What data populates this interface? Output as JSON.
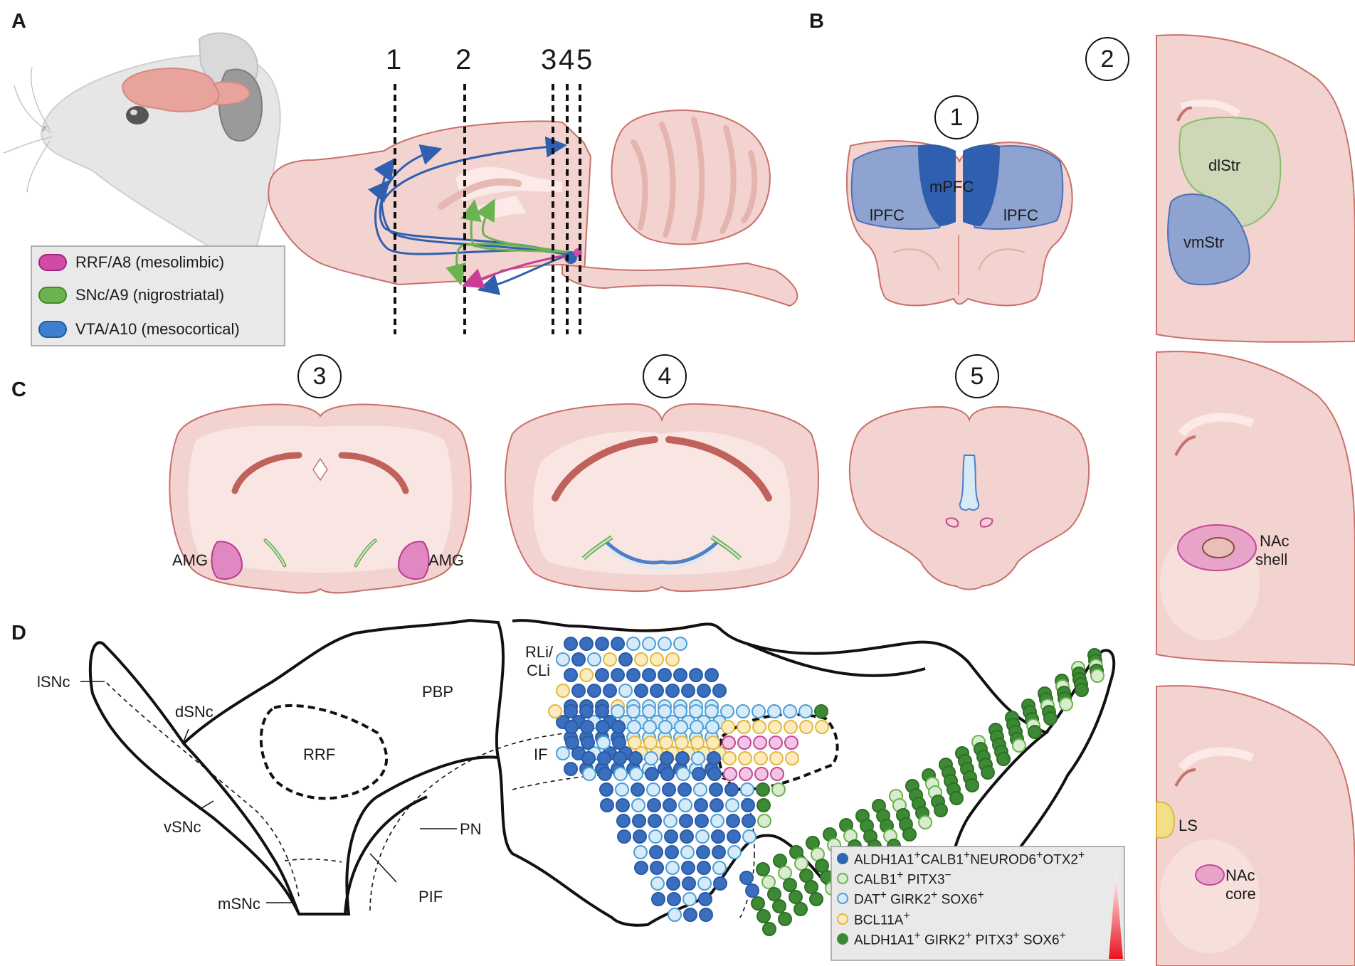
{
  "panels": {
    "a": "A",
    "b": "B",
    "c": "C",
    "d": "D"
  },
  "cut_numbers": [
    "1",
    "2",
    "3",
    "4",
    "5"
  ],
  "section_numbers": [
    "1",
    "2",
    "3",
    "4",
    "5"
  ],
  "legend_a": {
    "items": [
      {
        "label": "RRF/A8 (mesolimbic)",
        "fill": "#d04aa6",
        "stroke": "#a0267e"
      },
      {
        "label": "SNc/A9 (nigrostriatal)",
        "fill": "#6ab34e",
        "stroke": "#3f8a2b"
      },
      {
        "label": "VTA/A10 (mesocortical)",
        "fill": "#3f7fcf",
        "stroke": "#235a9f"
      }
    ]
  },
  "panel_b": {
    "mpfc": "mPFC",
    "lpfc_left": "lPFC",
    "lpfc_right": "lPFC",
    "dlstr": "dlStr",
    "vmstr": "vmStr"
  },
  "panel_c": {
    "amg_left": "AMG",
    "amg_right": "AMG",
    "nac_shell_1": "NAc",
    "nac_shell_2": "shell",
    "ls": "LS",
    "nac_core_1": "NAc",
    "nac_core_2": "core"
  },
  "panel_d": {
    "lsnc": "lSNc",
    "dsnc": "dSNc",
    "vsnc": "vSNc",
    "msnc": "mSNc",
    "rrf": "RRF",
    "pbp": "PBP",
    "rli1": "RLi/",
    "rli2": "CLi",
    "if": "IF",
    "pn": "PN",
    "pif": "PIF"
  },
  "legend_d": [
    {
      "pre": "ALDH1A1",
      "rest": [
        [
          "+",
          "CALB1"
        ],
        [
          "+",
          "NEUROD6"
        ],
        [
          "+",
          "OTX2"
        ]
      ],
      "last": "+",
      "fill": "#2f66b3",
      "stroke": "#2f66b3"
    },
    {
      "pre": "CALB1",
      "rest": [
        [
          "+",
          " PITX3"
        ]
      ],
      "last": "−",
      "fill": "#d9ecd0",
      "stroke": "#6ab34e"
    },
    {
      "pre": "DAT",
      "rest": [
        [
          "+",
          " GIRK2"
        ],
        [
          "+",
          " SOX6"
        ]
      ],
      "last": "+",
      "fill": "#d6eaf8",
      "stroke": "#4a9fd8"
    },
    {
      "pre": "BCL11A",
      "rest": [],
      "last": "+",
      "fill": "#fbecc0",
      "stroke": "#e4b83c"
    },
    {
      "pre": "ALDH1A1",
      "rest": [
        [
          "+",
          " GIRK2"
        ],
        [
          "+",
          " PITX3"
        ],
        [
          "+",
          " SOX6"
        ]
      ],
      "last": "+",
      "fill": "#3d8a34",
      "stroke": "#3d8a34"
    }
  ],
  "colors": {
    "brain_fill": "#f2d3cf",
    "brain_stroke": "#c9706a",
    "ventricle": "#c0625b",
    "blue": "#3f7fcf",
    "green": "#6ab34e",
    "magenta": "#d04aa6",
    "yellow": "#f3d56a"
  },
  "icons": [
    "rat-head-icon",
    "brain-icon"
  ]
}
